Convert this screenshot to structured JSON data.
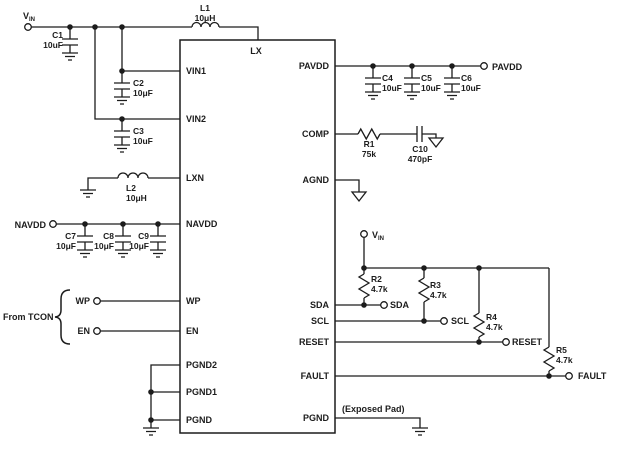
{
  "colors": {
    "wire": "#1c1c1c",
    "background": "#ffffff"
  },
  "schematic": {
    "ic": {
      "top_pin": "LX",
      "left_pins": [
        "VIN1",
        "VIN2",
        "LXN",
        "NAVDD",
        "WP",
        "EN",
        "PGND2",
        "PGND1",
        "PGND"
      ],
      "right_pins": [
        "PAVDD",
        "COMP",
        "AGND",
        "SDA",
        "SCL",
        "RESET",
        "FAULT",
        "PGND"
      ],
      "exposed_pad_note": "(Exposed Pad)"
    },
    "terminals": {
      "vin_input": {
        "name": "V",
        "sub": "IN"
      },
      "navdd": "NAVDD",
      "wp": "WP",
      "en": "EN",
      "from_tcon": "From TCON",
      "pavdd": "PAVDD",
      "vin_pullup": {
        "name": "V",
        "sub": "IN"
      },
      "sda": "SDA",
      "scl": "SCL",
      "reset": "RESET",
      "fault": "FAULT"
    },
    "inductors": {
      "l1": {
        "ref": "L1",
        "value": "10μH"
      },
      "l2": {
        "ref": "L2",
        "value": "10μH"
      }
    },
    "capacitors": {
      "c1": {
        "ref": "C1",
        "value": "10uF"
      },
      "c2": {
        "ref": "C2",
        "value": "10μF"
      },
      "c3": {
        "ref": "C3",
        "value": "10uF"
      },
      "c4": {
        "ref": "C4",
        "value": "10uF"
      },
      "c5": {
        "ref": "C5",
        "value": "10uF"
      },
      "c6": {
        "ref": "C6",
        "value": "10uF"
      },
      "c7": {
        "ref": "C7",
        "value": "10μF"
      },
      "c8": {
        "ref": "C8",
        "value": "10μF"
      },
      "c9": {
        "ref": "C9",
        "value": "10μF"
      },
      "c10": {
        "ref": "C10",
        "value": "470pF"
      }
    },
    "resistors": {
      "r1": {
        "ref": "R1",
        "value": "75k"
      },
      "r2": {
        "ref": "R2",
        "value": "4.7k"
      },
      "r3": {
        "ref": "R3",
        "value": "4.7k"
      },
      "r4": {
        "ref": "R4",
        "value": "4.7k"
      },
      "r5": {
        "ref": "R5",
        "value": "4.7k"
      }
    }
  }
}
